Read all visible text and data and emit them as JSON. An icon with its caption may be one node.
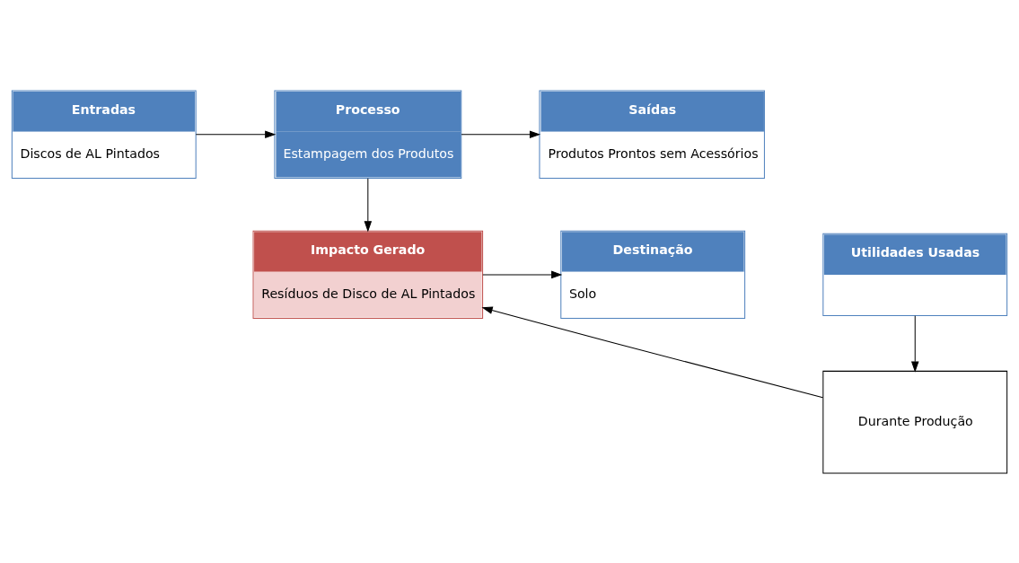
{
  "diagram": {
    "nodes": [
      {
        "text": [
          "Entradas",
          "Discos de AL Pintados"
        ]
      },
      {
        "text": [
          "Processo",
          "Estampagem dos Produtos"
        ]
      },
      {
        "text": [
          "Saídas",
          "Produtos Prontos sem Acessórios"
        ]
      },
      {
        "text": [
          "Utilidades Usadas"
        ]
      },
      {
        "text": [
          "Impacto Gerado",
          "Resíduos de Disco de AL Pintados"
        ]
      },
      {
        "text": [
          "Destinação",
          "Solo"
        ]
      },
      {
        "text": [
          "Durante Produção"
        ]
      }
    ],
    "edges": [
      {
        "from": 0,
        "to": 1,
        "arrow": "to"
      },
      {
        "from": 1,
        "to": 2,
        "arrow": "to"
      },
      {
        "from": 1,
        "to": 4,
        "arrow": "to"
      },
      {
        "from": 3,
        "to": 6,
        "arrow": "to"
      },
      {
        "from": 6,
        "to": 4,
        "arrow": "to"
      },
      {
        "from": 4,
        "to": 5,
        "arrow": "to"
      }
    ]
  }
}
